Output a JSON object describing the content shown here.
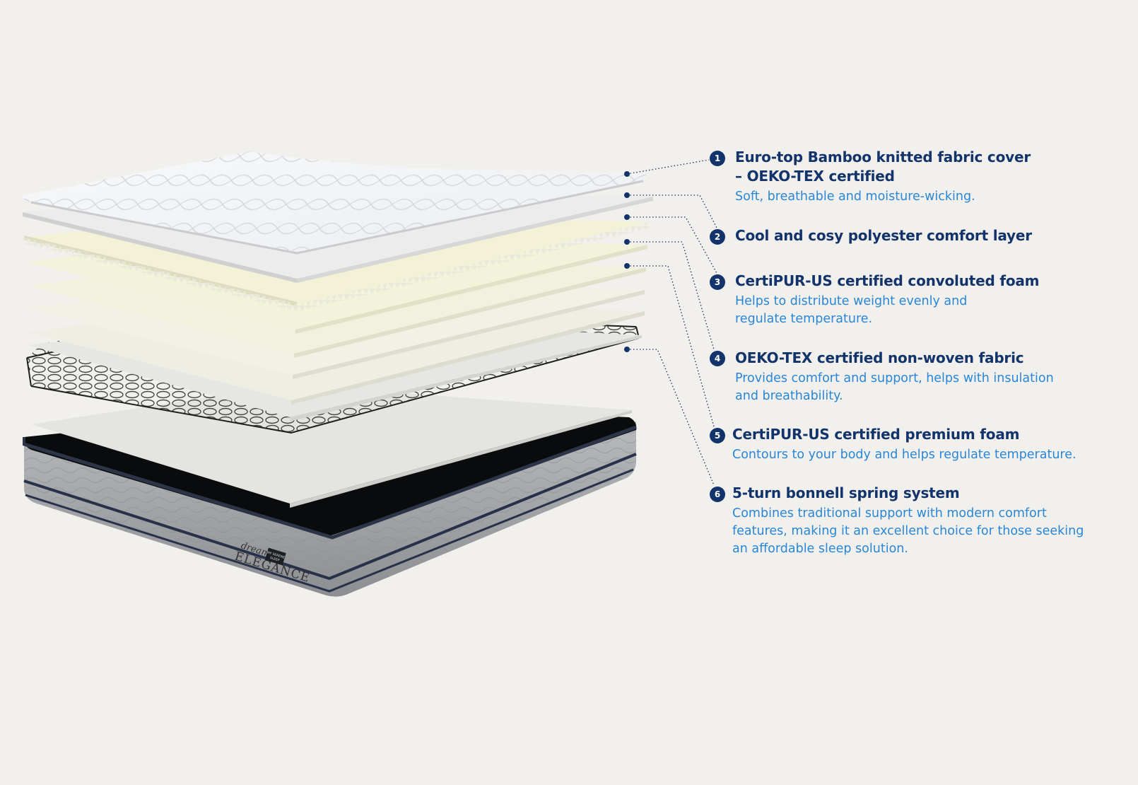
{
  "product": {
    "brand_script": "dream",
    "brand_name": "ELEGANCE",
    "tag_top": "MY SERENE",
    "tag_bottom": "SLEEP"
  },
  "features": [
    {
      "number": "1",
      "title_lines": [
        " Euro-top Bamboo knitted fabric cover",
        "– OEKO-TEX certified"
      ],
      "description_lines": [
        "Soft, breathable and moisture-wicking."
      ]
    },
    {
      "number": "2",
      "title_lines": [
        "Cool and cosy polyester comfort layer"
      ],
      "description_lines": []
    },
    {
      "number": "3",
      "title_lines": [
        "CertiPUR-US certified convoluted foam"
      ],
      "description_lines": [
        "Helps to distribute weight evenly and",
        "regulate temperature."
      ]
    },
    {
      "number": "4",
      "title_lines": [
        "OEKO-TEX certified non-woven fabric"
      ],
      "description_lines": [
        "Provides comfort and support, helps with insulation",
        "and breathability."
      ]
    },
    {
      "number": "5",
      "title_lines": [
        "CertiPUR-US certified premium foam"
      ],
      "description_lines": [
        "Contours to your body and helps regulate temperature."
      ]
    },
    {
      "number": "6",
      "title_lines": [
        "5-turn bonnell spring system"
      ],
      "description_lines": [
        "Combines traditional support with modern comfort",
        "features, making it an excellent choice for those seeking",
        "an affordable sleep solution."
      ]
    }
  ],
  "colors": {
    "background": "#f1f0ec",
    "title": "#13336b",
    "description": "#2a86d6",
    "badge": "#13336b",
    "leader": "#1b2f5c"
  }
}
